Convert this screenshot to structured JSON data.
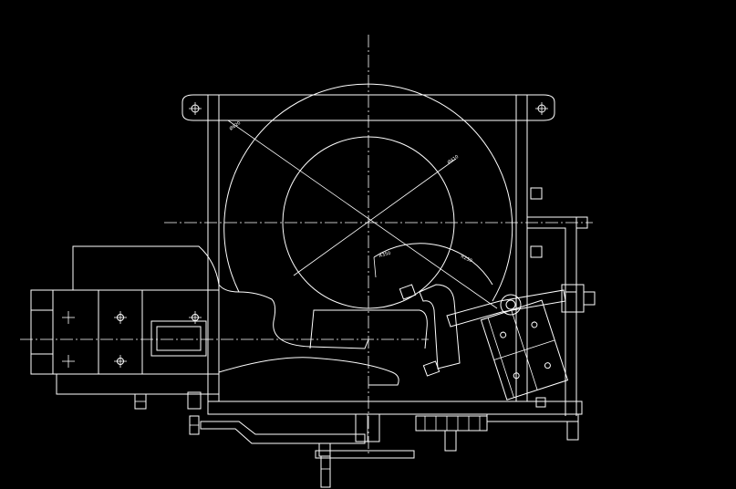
{
  "drawing": {
    "line_color": "#ffffff",
    "background_color": "#000000",
    "dimension_labels": {
      "outer_diameter": "Ø620",
      "inner_diameter": "Ø410",
      "arc_radius": "R350",
      "lower_dim": "R250"
    }
  }
}
